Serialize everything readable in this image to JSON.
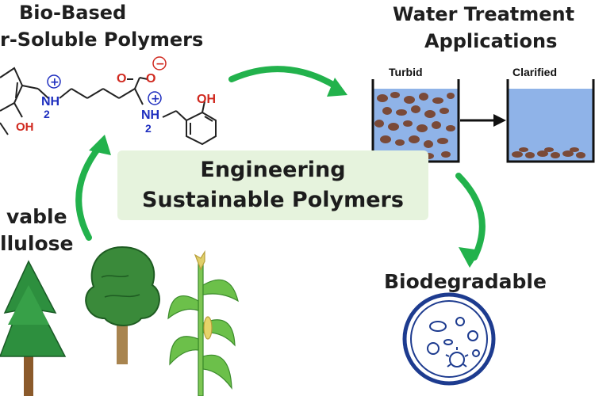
{
  "header_left": {
    "line1": "Bio-Based",
    "line2": "r-Soluble Polymers"
  },
  "header_right": {
    "line1": "Water Treatment",
    "line2": "Applications"
  },
  "tanks": {
    "left_label": "Turbid",
    "right_label": "Clarified"
  },
  "center": {
    "line1": "Engineering",
    "line2": "Sustainable Polymers"
  },
  "left_source": {
    "line1": "vable",
    "line2": "llulose"
  },
  "biodegradable_label": "Biodegradable",
  "molecule_labels": {
    "oh_left": "OH",
    "nh2_left": "NH",
    "nh2_left_sub": "2",
    "nh2_right": "NH",
    "nh2_right_sub": "2",
    "carbonyl_o": "O",
    "carboxylate_o": "O",
    "oh_right": "OH",
    "plus": "+",
    "minus": "−"
  },
  "colors": {
    "arrow_green": "#22b24c",
    "center_fill": "#e6f3dd",
    "water_blue": "#8fb3e8",
    "particle_brown": "#7a4a38",
    "tree_green": "#2d7a3a",
    "amine_blue": "#1f2fbf",
    "oxygen_red": "#d0281e",
    "petri_blue": "#1d3b8f"
  }
}
